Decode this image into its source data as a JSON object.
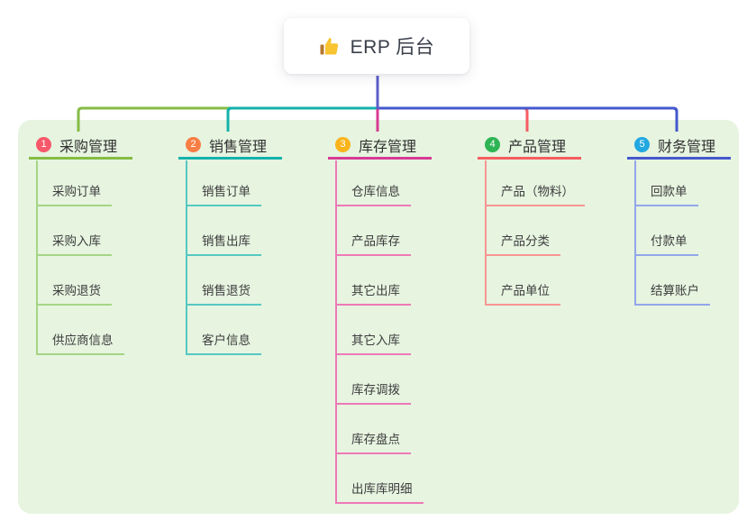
{
  "root": {
    "title": "ERP 后台",
    "icon": "thumbs-up-icon"
  },
  "colors": {
    "canvas_bg": "#e6f4e0",
    "root_connector": "#5b5ec9",
    "root_text": "#3a3f4a",
    "thumb_hand": "#f8c430",
    "thumb_cuff": "#b5772f"
  },
  "branches": [
    {
      "badge": "1",
      "title": "采购管理",
      "badge_color": "#f8586b",
      "line_color": "#85bc44",
      "child_line_color": "#a6d584",
      "children": [
        "采购订单",
        "采购入库",
        "采购退货",
        "供应商信息"
      ]
    },
    {
      "badge": "2",
      "title": "销售管理",
      "badge_color": "#f87e45",
      "line_color": "#14b2ab",
      "child_line_color": "#55c8c1",
      "children": [
        "销售订单",
        "销售出库",
        "销售退货",
        "客户信息"
      ]
    },
    {
      "badge": "3",
      "title": "库存管理",
      "badge_color": "#f9b41c",
      "line_color": "#d83a93",
      "child_line_color": "#ee79b7",
      "children": [
        "仓库信息",
        "产品库存",
        "其它出库",
        "其它入库",
        "库存调拨",
        "库存盘点",
        "出库库明细"
      ]
    },
    {
      "badge": "4",
      "title": "产品管理",
      "badge_color": "#2eb454",
      "line_color": "#f65d61",
      "child_line_color": "#f79693",
      "children": [
        "产品（物料）",
        "产品分类",
        "产品单位"
      ]
    },
    {
      "badge": "5",
      "title": "财务管理",
      "badge_color": "#22a8e0",
      "line_color": "#4558cd",
      "child_line_color": "#92a6e9",
      "children": [
        "回款单",
        "付款单",
        "结算账户"
      ]
    }
  ]
}
